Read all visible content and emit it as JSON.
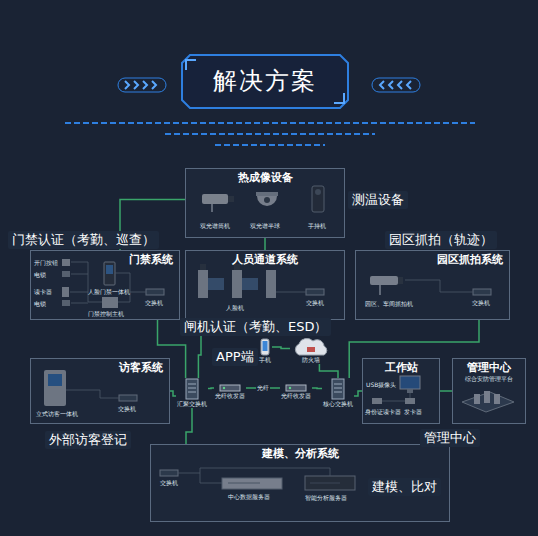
{
  "diagram": {
    "title": "解决方案",
    "nodes": [
      {
        "text": [
          "热成像设备"
        ]
      },
      {
        "text": [
          "门禁系统"
        ]
      },
      {
        "text": [
          "人员通道系统"
        ]
      },
      {
        "text": [
          "园区抓拍系统"
        ]
      },
      {
        "text": [
          "访客系统"
        ]
      },
      {
        "text": [
          "手机"
        ]
      },
      {
        "text": [
          "防火墙"
        ]
      },
      {
        "text": [
          "汇聚交换机"
        ]
      },
      {
        "text": [
          "光纤收发器"
        ]
      },
      {
        "text": [
          "光纤收发器"
        ]
      },
      {
        "text": [
          "核心交换机"
        ]
      },
      {
        "text": [
          "工作站"
        ]
      },
      {
        "text": [
          "管理中心",
          "综合安防管理平台"
        ]
      },
      {
        "text": [
          "建模、分析系统"
        ]
      }
    ],
    "edges": [
      {
        "from": 0,
        "to": 1,
        "arrow": "none"
      },
      {
        "from": 0,
        "to": 2,
        "arrow": "none"
      },
      {
        "from": 1,
        "to": 7,
        "arrow": "none"
      },
      {
        "from": 2,
        "to": 7,
        "arrow": "none"
      },
      {
        "from": 4,
        "to": 7,
        "arrow": "none"
      },
      {
        "from": 7,
        "to": 8,
        "arrow": "none"
      },
      {
        "from": 8,
        "to": 9,
        "label": "光纤",
        "arrow": "none"
      },
      {
        "from": 9,
        "to": 10,
        "arrow": "none"
      },
      {
        "from": 10,
        "to": 6,
        "arrow": "none"
      },
      {
        "from": 5,
        "to": 6,
        "arrow": "none"
      },
      {
        "from": 10,
        "to": 3,
        "arrow": "none"
      },
      {
        "from": 10,
        "to": 11,
        "arrow": "none"
      },
      {
        "from": 11,
        "to": 12,
        "arrow": "none"
      },
      {
        "from": 7,
        "to": 13,
        "arrow": "none"
      }
    ],
    "labels": [
      "测温设备",
      "门禁认证（考勤、巡查）",
      "园区抓拍（轨迹）",
      "双光谱筒机",
      "双光谱半球",
      "手持机",
      "开门按钮",
      "电锁",
      "读卡器",
      "电锁",
      "人脸门禁一体机",
      "门禁控制主机",
      "交换机",
      "人脸机",
      "交换机",
      "园区、车间抓拍机",
      "交换机",
      "闸机认证（考勤、ESD）",
      "APP端",
      "立式访客一体机",
      "交换机",
      "USB摄像头",
      "身份证读卡器",
      "发卡器",
      "外部访客登记",
      "管理中心",
      "建模、比对",
      "交换机",
      "中心数据服务器",
      "智能分析服务器"
    ]
  }
}
